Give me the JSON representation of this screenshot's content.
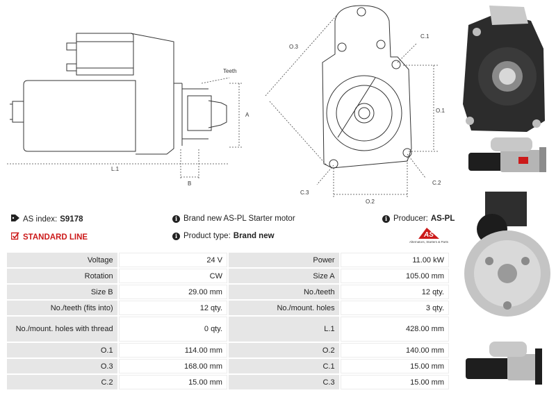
{
  "diagram": {
    "labels": {
      "teeth": "Teeth",
      "a": "A",
      "l1": "L.1",
      "b": "B",
      "o3": "O.3",
      "c1": "C.1",
      "o1": "O.1",
      "c3": "C.3",
      "c2": "C.2",
      "o2": "O.2"
    }
  },
  "info": {
    "as_index_label": "AS index:",
    "as_index_value": "S9178",
    "standard_line": "STANDARD LINE",
    "description": "Brand new AS-PL Starter motor",
    "product_type_label": "Product type:",
    "product_type_value": "Brand new",
    "producer_label": "Producer:",
    "producer_value": "AS-PL",
    "logo_mark": "AS",
    "logo_tagline": "Alternators, Starters & Parts"
  },
  "specs": [
    [
      "Voltage",
      "24 V",
      "Power",
      "11.00 kW"
    ],
    [
      "Rotation",
      "CW",
      "Size A",
      "105.00 mm"
    ],
    [
      "Size B",
      "29.00 mm",
      "No./teeth",
      "12 qty."
    ],
    [
      "No./teeth (fits into)",
      "12 qty.",
      "No./mount. holes",
      "3 qty."
    ],
    [
      "No./mount. holes with thread",
      "0 qty.",
      "L.1",
      "428.00 mm"
    ],
    [
      "O.1",
      "114.00 mm",
      "O.2",
      "140.00 mm"
    ],
    [
      "O.3",
      "168.00 mm",
      "C.1",
      "15.00 mm"
    ],
    [
      "C.2",
      "15.00 mm",
      "C.3",
      "15.00 mm"
    ]
  ],
  "colors": {
    "accent_red": "#cc1a1a",
    "key_cell": "#e6e6e6"
  }
}
